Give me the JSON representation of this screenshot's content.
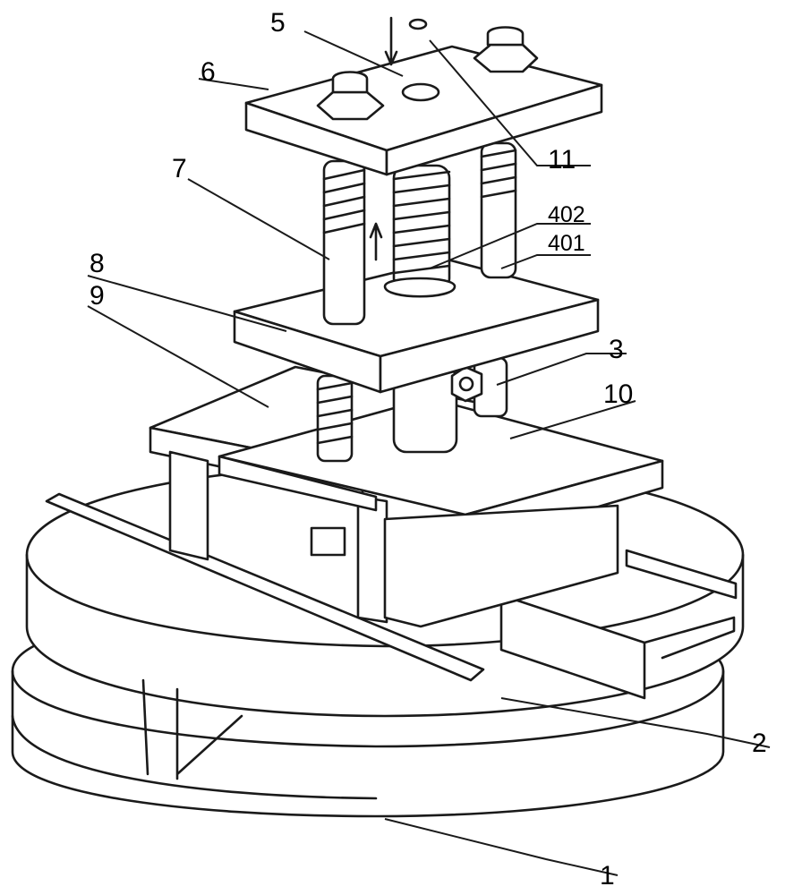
{
  "labels": {
    "l1": "1",
    "l2": "2",
    "l3": "3",
    "l5": "5",
    "l6": "6",
    "l7": "7",
    "l8": "8",
    "l9": "9",
    "l10": "10",
    "l11": "11",
    "l401": "401",
    "l402": "402"
  }
}
